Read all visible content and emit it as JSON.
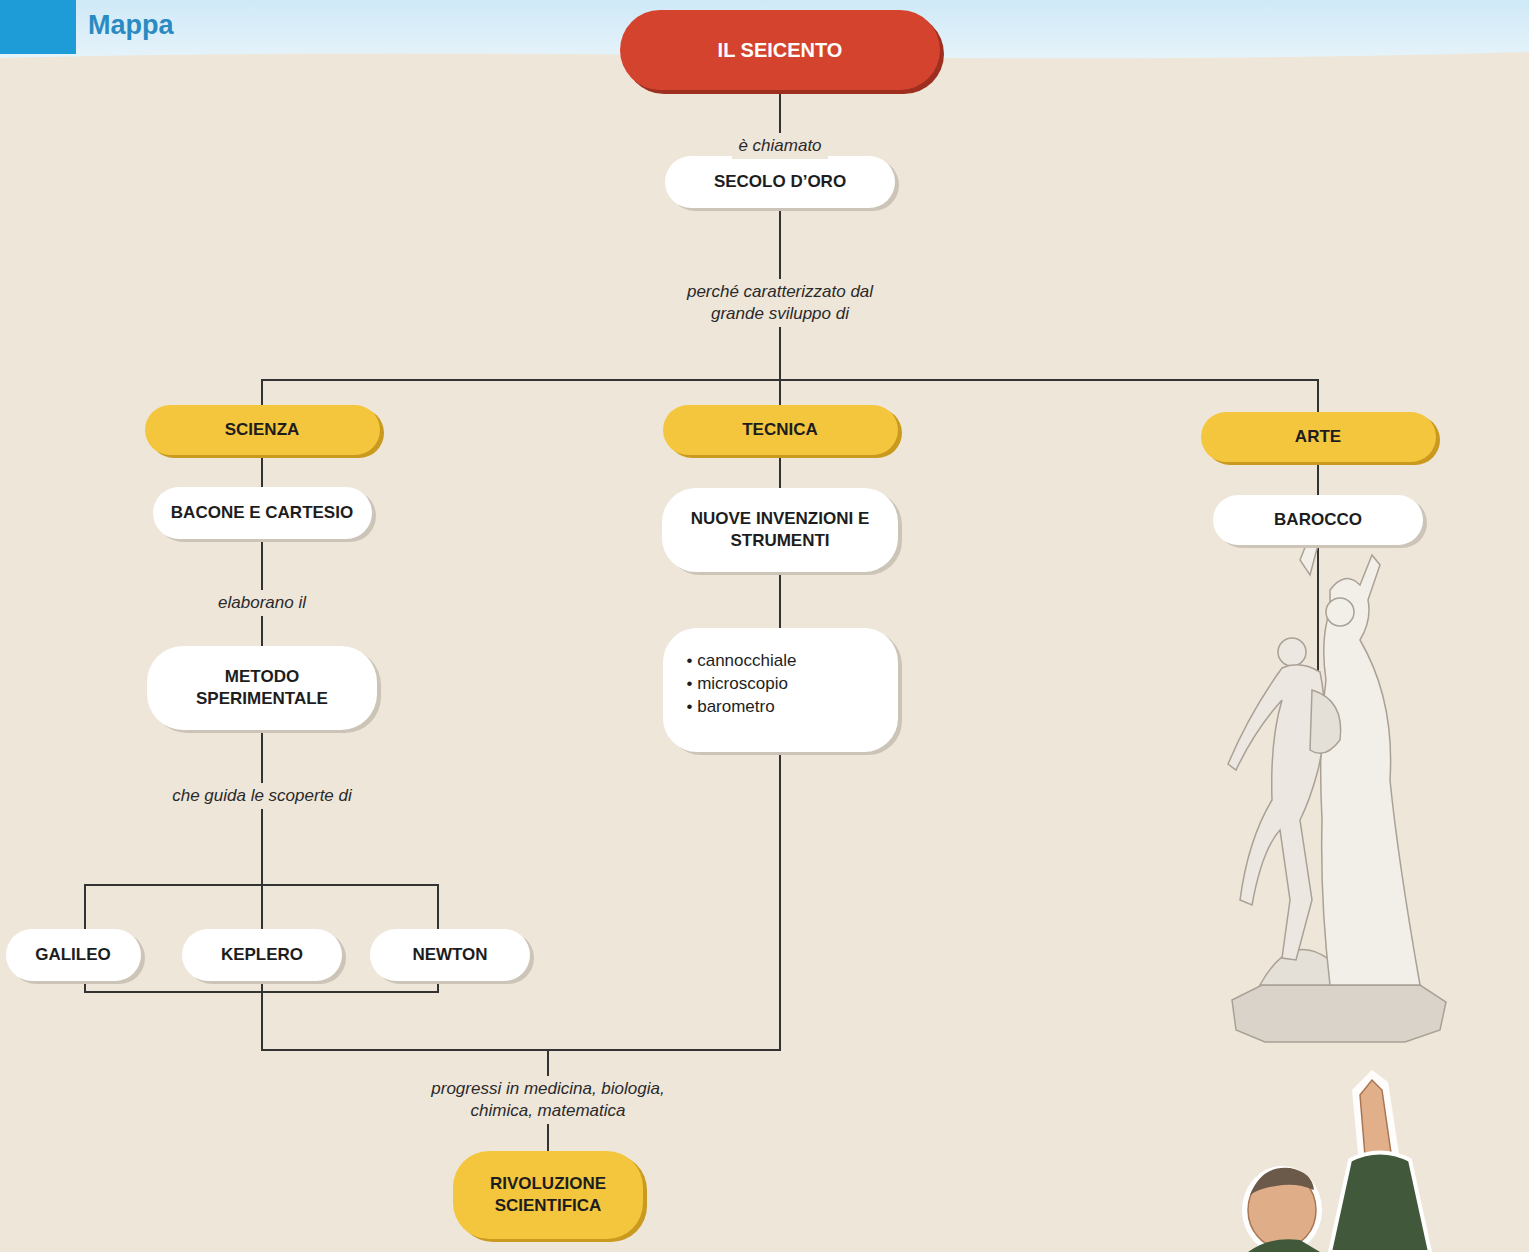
{
  "diagram": {
    "title": "Mappa",
    "nodes": [
      {
        "text": [
          "IL SEICENTO"
        ]
      },
      {
        "text": [
          "SECOLO D’ORO"
        ]
      },
      {
        "text": [
          "SCIENZA"
        ]
      },
      {
        "text": [
          "TECNICA"
        ]
      },
      {
        "text": [
          "ARTE"
        ]
      },
      {
        "text": [
          "BACONE E CARTESIO"
        ]
      },
      {
        "text": [
          "NUOVE INVENZIONI E STRUMENTI"
        ]
      },
      {
        "text": [
          "BAROCCO"
        ]
      },
      {
        "text": [
          "METODO SPERIMENTALE"
        ]
      },
      {
        "text": [
          "• cannocchiale",
          "• microscopio",
          "• barometro"
        ]
      },
      {
        "text": [
          "GALILEO"
        ]
      },
      {
        "text": [
          "KEPLERO"
        ]
      },
      {
        "text": [
          "NEWTON"
        ]
      },
      {
        "text": [
          "RIVOLUZIONE SCIENTIFICA"
        ]
      }
    ],
    "edges": [
      {
        "from": 0,
        "to": 1,
        "label": "è chiamato",
        "arrow": "none"
      },
      {
        "from": 1,
        "to": 2,
        "arrow": "none"
      },
      {
        "from": 1,
        "to": 3,
        "label": "perché caratterizzato dal grande sviluppo di",
        "arrow": "none"
      },
      {
        "from": 1,
        "to": 4,
        "arrow": "none"
      },
      {
        "from": 2,
        "to": 5,
        "arrow": "none"
      },
      {
        "from": 5,
        "to": 8,
        "label": "elaborano il",
        "arrow": "none"
      },
      {
        "from": 3,
        "to": 6,
        "arrow": "none"
      },
      {
        "from": 6,
        "to": 9,
        "arrow": "none"
      },
      {
        "from": 4,
        "to": 7,
        "arrow": "none"
      },
      {
        "from": 8,
        "to": 10,
        "arrow": "none"
      },
      {
        "from": 8,
        "to": 11,
        "label": "che guida le scoperte di",
        "arrow": "none"
      },
      {
        "from": 8,
        "to": 12,
        "arrow": "none"
      },
      {
        "from": 10,
        "to": 13,
        "arrow": "none"
      },
      {
        "from": 11,
        "to": 13,
        "label": "progressi in medicina, biologia, chimica, matematica",
        "arrow": "none"
      },
      {
        "from": 12,
        "to": 13,
        "arrow": "none"
      },
      {
        "from": 9,
        "to": 13,
        "arrow": "none"
      }
    ]
  }
}
